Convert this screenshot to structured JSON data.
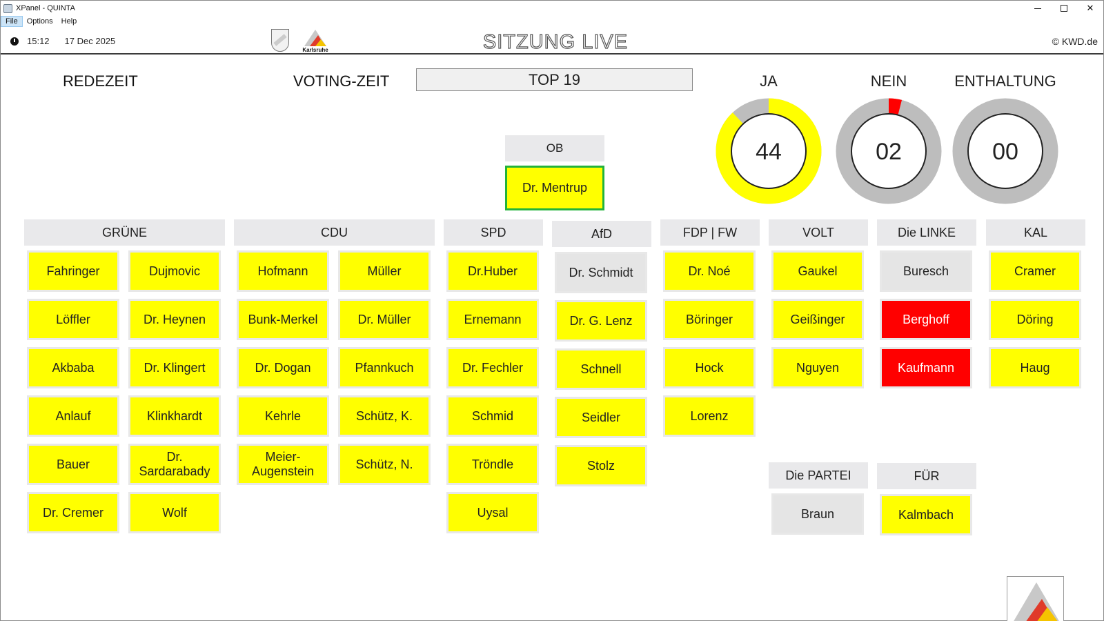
{
  "window": {
    "title": "XPanel - QUINTA",
    "minimize": "–",
    "maximize": "",
    "close": "✕"
  },
  "menu": [
    "File",
    "Options",
    "Help"
  ],
  "header": {
    "time": "15:12",
    "date": "17 Dec 2025",
    "session_title": "SITZUNG LIVE",
    "city_name": "Karlsruhe",
    "copyright": "© KWD.de"
  },
  "timers": {
    "speech_label": "REDEZEIT",
    "voting_label": "VOTING-ZEIT"
  },
  "agenda_item": "TOP 19",
  "votes": [
    {
      "label": "JA",
      "count": "44",
      "fraction": 0.88,
      "color": "#ffff00"
    },
    {
      "label": "NEIN",
      "count": "02",
      "fraction": 0.04,
      "color": "#ff0000"
    },
    {
      "label": "ENTHALTUNG",
      "count": "00",
      "fraction": 0,
      "color": "#ffff00"
    }
  ],
  "ob": {
    "header": "OB",
    "name": "Dr. Mentrup",
    "status": "yes"
  },
  "parties": [
    {
      "name": "GRÜNE",
      "members": [
        {
          "name": "Fahringer",
          "status": "yes"
        },
        {
          "name": "Dujmovic",
          "status": "yes"
        },
        {
          "name": "Löffler",
          "status": "yes"
        },
        {
          "name": "Dr. Heynen",
          "status": "yes"
        },
        {
          "name": "Akbaba",
          "status": "yes"
        },
        {
          "name": "Dr. Klingert",
          "status": "yes"
        },
        {
          "name": "Anlauf",
          "status": "yes"
        },
        {
          "name": "Klinkhardt",
          "status": "yes"
        },
        {
          "name": "Bauer",
          "status": "yes"
        },
        {
          "name": "Dr.\nSardarabady",
          "status": "yes"
        },
        {
          "name": "Dr. Cremer",
          "status": "yes"
        },
        {
          "name": "Wolf",
          "status": "yes"
        }
      ]
    },
    {
      "name": "CDU",
      "members": [
        {
          "name": "Hofmann",
          "status": "yes"
        },
        {
          "name": "Müller",
          "status": "yes"
        },
        {
          "name": "Bunk-Merkel",
          "status": "yes"
        },
        {
          "name": "Dr. Müller",
          "status": "yes"
        },
        {
          "name": "Dr. Dogan",
          "status": "yes"
        },
        {
          "name": "Pfannkuch",
          "status": "yes"
        },
        {
          "name": "Kehrle",
          "status": "yes"
        },
        {
          "name": "Schütz, K.",
          "status": "yes"
        },
        {
          "name": "Meier-\nAugenstein",
          "status": "yes"
        },
        {
          "name": "Schütz, N.",
          "status": "yes"
        }
      ]
    },
    {
      "name": "SPD",
      "members": [
        {
          "name": "Dr.Huber",
          "status": "yes"
        },
        {
          "name": "Ernemann",
          "status": "yes"
        },
        {
          "name": "Dr. Fechler",
          "status": "yes"
        },
        {
          "name": "Schmid",
          "status": "yes"
        },
        {
          "name": "Tröndle",
          "status": "yes"
        },
        {
          "name": "Uysal",
          "status": "yes"
        }
      ]
    },
    {
      "name": "AfD",
      "members": [
        {
          "name": "Dr. Schmidt",
          "status": "none"
        },
        {
          "name": "Dr. G. Lenz",
          "status": "yes"
        },
        {
          "name": "Schnell",
          "status": "yes"
        },
        {
          "name": "Seidler",
          "status": "yes"
        },
        {
          "name": "Stolz",
          "status": "yes"
        }
      ]
    },
    {
      "name": "FDP | FW",
      "members": [
        {
          "name": "Dr. Noé",
          "status": "yes"
        },
        {
          "name": "Böringer",
          "status": "yes"
        },
        {
          "name": "Hock",
          "status": "yes"
        },
        {
          "name": "Lorenz",
          "status": "yes"
        }
      ]
    },
    {
      "name": "VOLT",
      "members": [
        {
          "name": "Gaukel",
          "status": "yes"
        },
        {
          "name": "Geißinger",
          "status": "yes"
        },
        {
          "name": "Nguyen",
          "status": "yes"
        }
      ]
    },
    {
      "name": "Die LINKE",
      "members": [
        {
          "name": "Buresch",
          "status": "none"
        },
        {
          "name": "Berghoff",
          "status": "no"
        },
        {
          "name": "Kaufmann",
          "status": "no"
        }
      ]
    },
    {
      "name": "KAL",
      "members": [
        {
          "name": "Cramer",
          "status": "yes"
        },
        {
          "name": "Döring",
          "status": "yes"
        },
        {
          "name": "Haug",
          "status": "yes"
        }
      ]
    },
    {
      "name": "Die PARTEI",
      "members": [
        {
          "name": "Braun",
          "status": "none"
        }
      ]
    },
    {
      "name": "FÜR",
      "members": [
        {
          "name": "Kalmbach",
          "status": "yes"
        }
      ]
    }
  ],
  "colors": {
    "yes": "#ffff00",
    "no": "#ff0000",
    "none": "#e5e5e5",
    "ring_base": "#bdbdbd",
    "ob_border": "#22b33a"
  }
}
